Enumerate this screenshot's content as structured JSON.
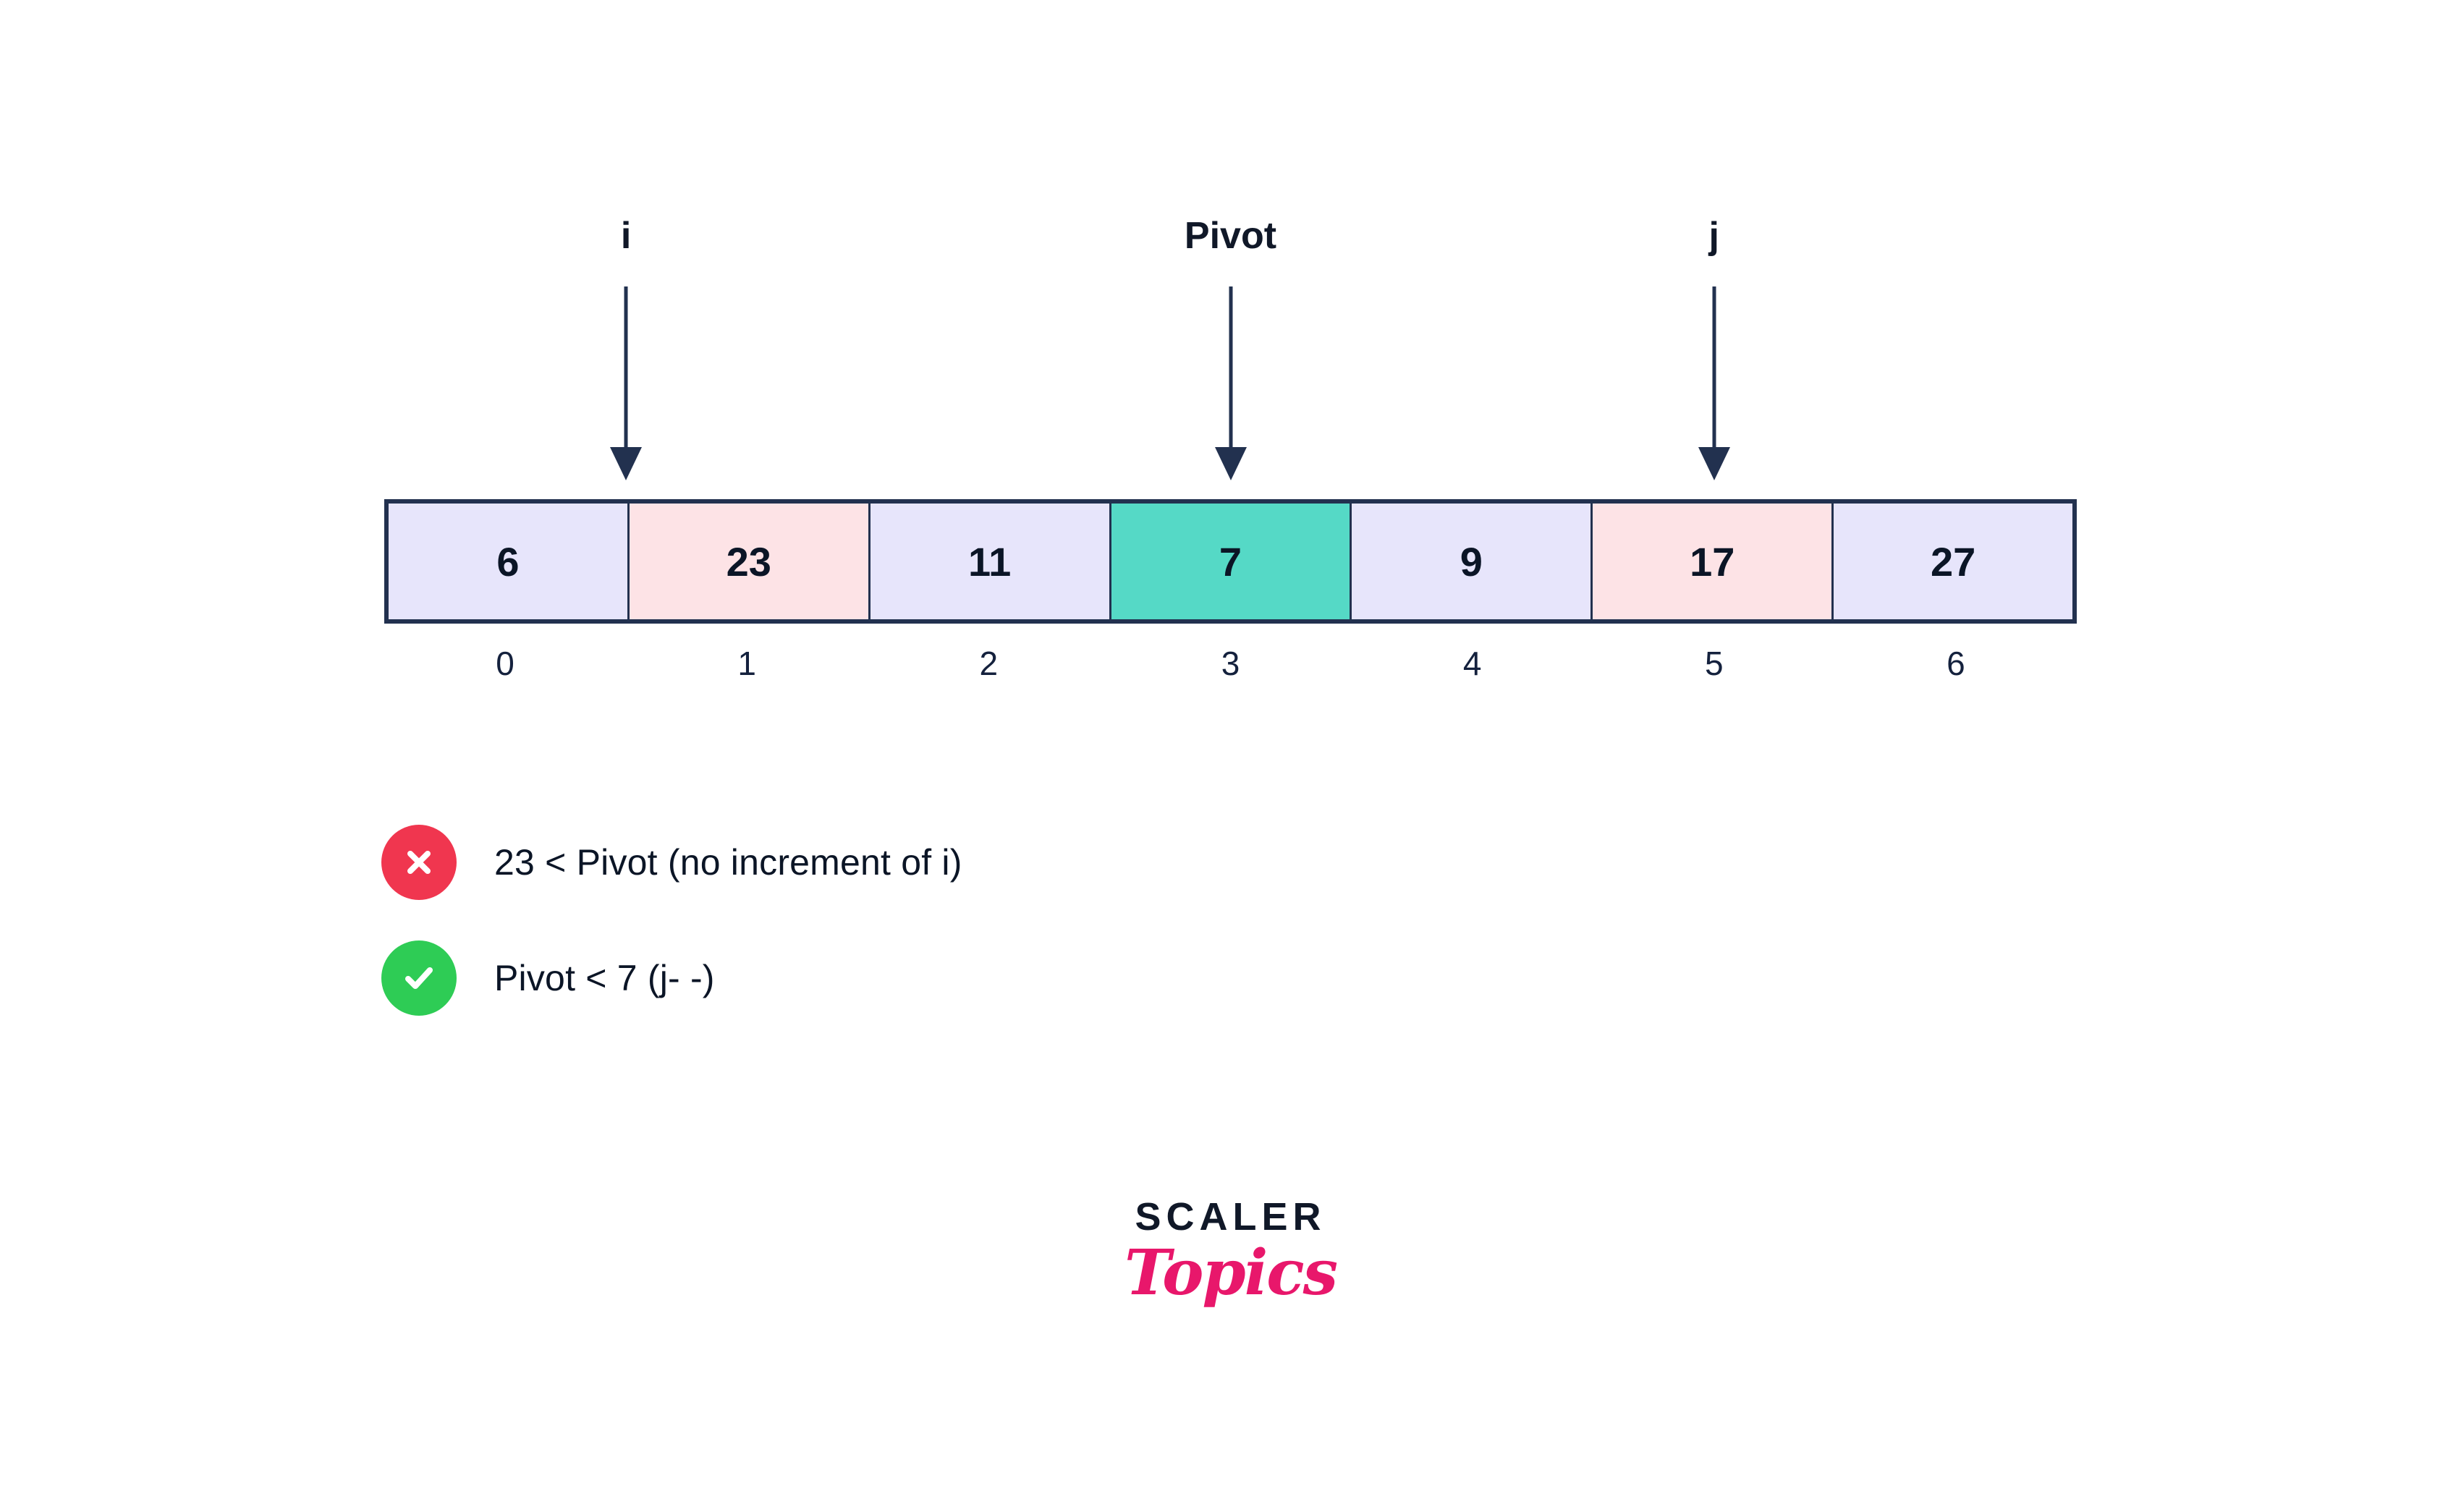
{
  "array": {
    "cells": [
      {
        "value": "6",
        "state": "normal"
      },
      {
        "value": "23",
        "state": "pink"
      },
      {
        "value": "11",
        "state": "normal"
      },
      {
        "value": "7",
        "state": "pivot"
      },
      {
        "value": "9",
        "state": "normal"
      },
      {
        "value": "17",
        "state": "pink"
      },
      {
        "value": "27",
        "state": "normal"
      }
    ],
    "indices": [
      "0",
      "1",
      "2",
      "3",
      "4",
      "5",
      "6"
    ]
  },
  "pointers": [
    {
      "label": "i",
      "index": 1
    },
    {
      "label": "Pivot",
      "index": 3
    },
    {
      "label": "j",
      "index": 5
    }
  ],
  "conditions": [
    {
      "icon": "cross-icon",
      "status": "false",
      "text": "23 < Pivot (no increment of i)"
    },
    {
      "icon": "check-icon",
      "status": "true",
      "text": "Pivot < 7 (j- -)"
    }
  ],
  "logo": {
    "primary": "SCALER",
    "secondary": "Topics"
  },
  "colors": {
    "cell_normal": "#e7e5fb",
    "cell_pink": "#fde3e6",
    "cell_pivot": "#55d9c6",
    "border": "#22314f",
    "text": "#0b1526",
    "false_icon": "#f0364f",
    "true_icon": "#2ecc55",
    "logo_accent": "#e8176b"
  }
}
